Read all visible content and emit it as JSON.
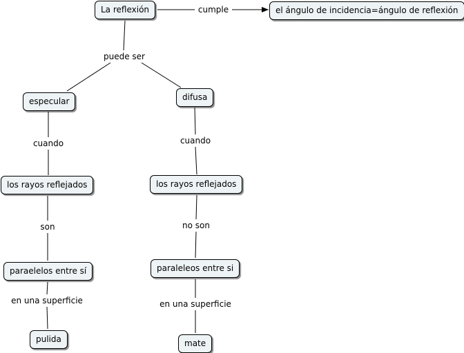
{
  "concept_map": {
    "nodes": {
      "root": "La reflexión",
      "law": "el ángulo de incidencia=ángulo de reflexión",
      "specular": "especular",
      "diffuse": "difusa",
      "rays_left": "los rayos reflejados",
      "rays_right": "los rayos reflejados",
      "parallel_left": "paraelelos entre sí",
      "parallel_right": "paraleleos entre si",
      "polished": "pulida",
      "matte": "mate"
    },
    "links": {
      "fulfills": "cumple",
      "can_be": "puede ser",
      "when_left": "cuando",
      "when_right": "cuando",
      "are": "son",
      "are_not": "no son",
      "surface_left": "en una superficie",
      "surface_right": "en una superficie"
    }
  }
}
